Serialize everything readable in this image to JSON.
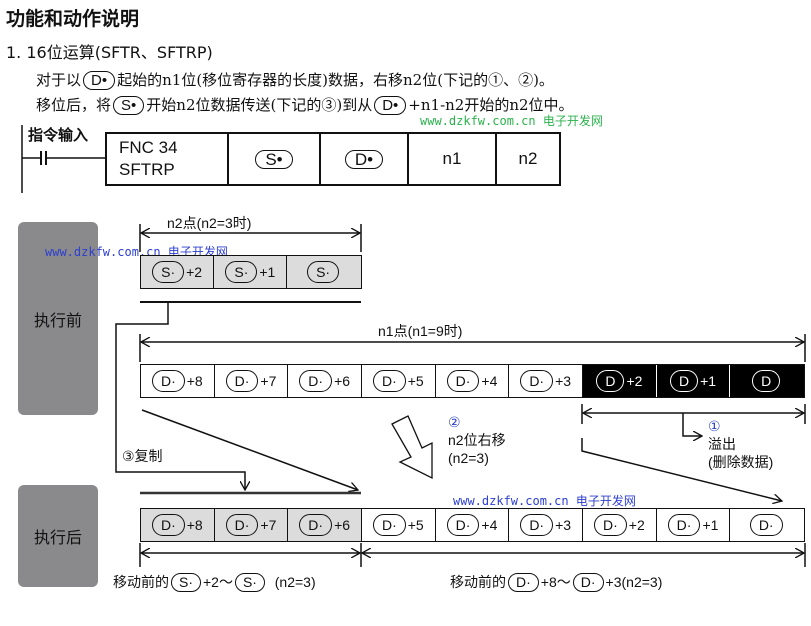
{
  "title": "功能和动作说明",
  "section": "1. 16位运算(SFTR、SFTRP)",
  "para1": {
    "a": "对于以",
    "pill": "D•",
    "b": "起始的n1位(移位寄存器的长度)数据，右移n2位(下记的①、②)。"
  },
  "para2": {
    "a": "移位后，将",
    "pill1": "S•",
    "b": "开始n2位数据传送(下记的③)到从",
    "pill2": "D•",
    "c": "+n1-n2开始的n2位中。"
  },
  "watermark": {
    "url": "www.dzkfw.com.cn",
    "name": "电子开发网"
  },
  "ladder": {
    "input_label": "指令输入",
    "fnc": "FNC 34",
    "mnemonic": "SFTRP",
    "s": "S•",
    "d": "D•",
    "n1": "n1",
    "n2": "n2"
  },
  "before": {
    "label": "执行前",
    "n2_dim": "n2点(n2=3时)",
    "n1_dim": "n1点(n1=9时)",
    "s_cells": [
      {
        "p": "S·",
        "o": "+2"
      },
      {
        "p": "S·",
        "o": "+1"
      },
      {
        "p": "S·",
        "o": ""
      }
    ],
    "d_cells": [
      {
        "p": "D·",
        "o": "+8"
      },
      {
        "p": "D·",
        "o": "+7"
      },
      {
        "p": "D·",
        "o": "+6"
      },
      {
        "p": "D·",
        "o": "+5"
      },
      {
        "p": "D·",
        "o": "+4"
      },
      {
        "p": "D·",
        "o": "+3"
      },
      {
        "p": "D",
        "o": "+2"
      },
      {
        "p": "D",
        "o": "+1"
      },
      {
        "p": "D",
        "o": ""
      }
    ]
  },
  "shift": {
    "num": "②",
    "label": "n2位右移",
    "cond": "(n2=3)"
  },
  "overflow": {
    "num": "①",
    "label": "溢出",
    "note": "(删除数据)"
  },
  "copy": "③复制",
  "after": {
    "label": "执行后",
    "d_cells": [
      {
        "p": "D·",
        "o": "+8"
      },
      {
        "p": "D·",
        "o": "+7"
      },
      {
        "p": "D·",
        "o": "+6"
      },
      {
        "p": "D·",
        "o": "+5"
      },
      {
        "p": "D·",
        "o": "+4"
      },
      {
        "p": "D·",
        "o": "+3"
      },
      {
        "p": "D·",
        "o": "+2"
      },
      {
        "p": "D·",
        "o": "+1"
      },
      {
        "p": "D·",
        "o": ""
      }
    ],
    "left_note": {
      "a": "移动前的",
      "p1": "S·",
      "b": "+2～",
      "p2": "S·",
      "c": "(n2=3)"
    },
    "right_note": {
      "a": "移动前的",
      "p1": "D·",
      "b": "+8～",
      "p2": "D·",
      "c": "+3(n2=3)"
    }
  }
}
